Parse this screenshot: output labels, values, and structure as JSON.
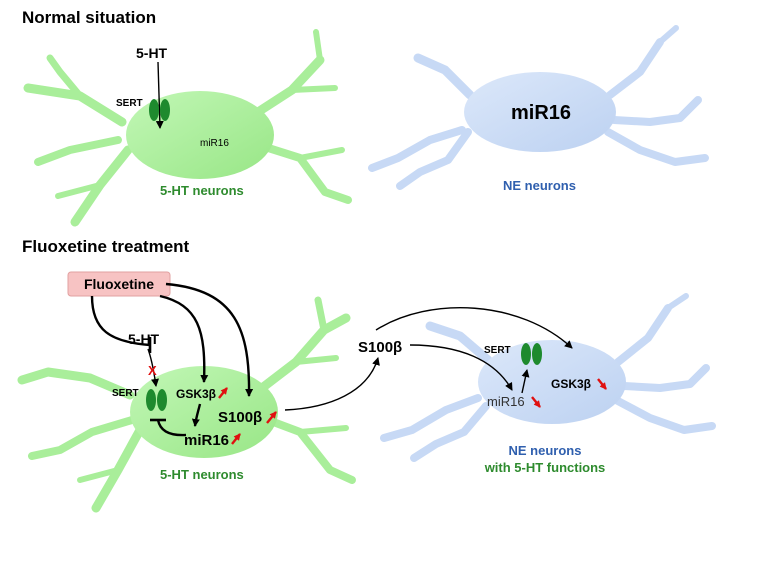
{
  "panels": {
    "normal": {
      "title": "Normal situation",
      "serotonin": "5-HT",
      "sert": "SERT",
      "mir16_small": "miR16",
      "ht_neurons": "5-HT neurons",
      "mir16_large": "miR16",
      "ne_neurons": "NE neurons"
    },
    "fluoxetine": {
      "title": "Fluoxetine treatment",
      "drug": "Fluoxetine",
      "serotonin": "5-HT",
      "block_mark": "X",
      "sert_left": "SERT",
      "gsk_left": "GSK3β",
      "mir16_left": "miR16",
      "s100_left": "S100β",
      "ht_neurons": "5-HT neurons",
      "s100_mid": "S100β",
      "sert_right": "SERT",
      "mir16_right": "miR16",
      "gsk_right": "GSK3β",
      "ne_neurons_line1": "NE neurons",
      "ne_neurons_line2": "with 5-HT functions"
    }
  },
  "colors": {
    "ht_neuron": "#a9ee9a",
    "ne_neuron": "#c7d9f5",
    "sert_channel": "#1e8a2e",
    "drug_box": "#f7c3c3",
    "increase_arrow": "#e01010",
    "ht_label": "#2e8b2e",
    "ne_label": "#2f5fae"
  },
  "icons": [
    "sert-channel-icon",
    "up-arrow-icon",
    "down-arrow-icon",
    "block-x-icon",
    "inhibition-bar-icon"
  ]
}
